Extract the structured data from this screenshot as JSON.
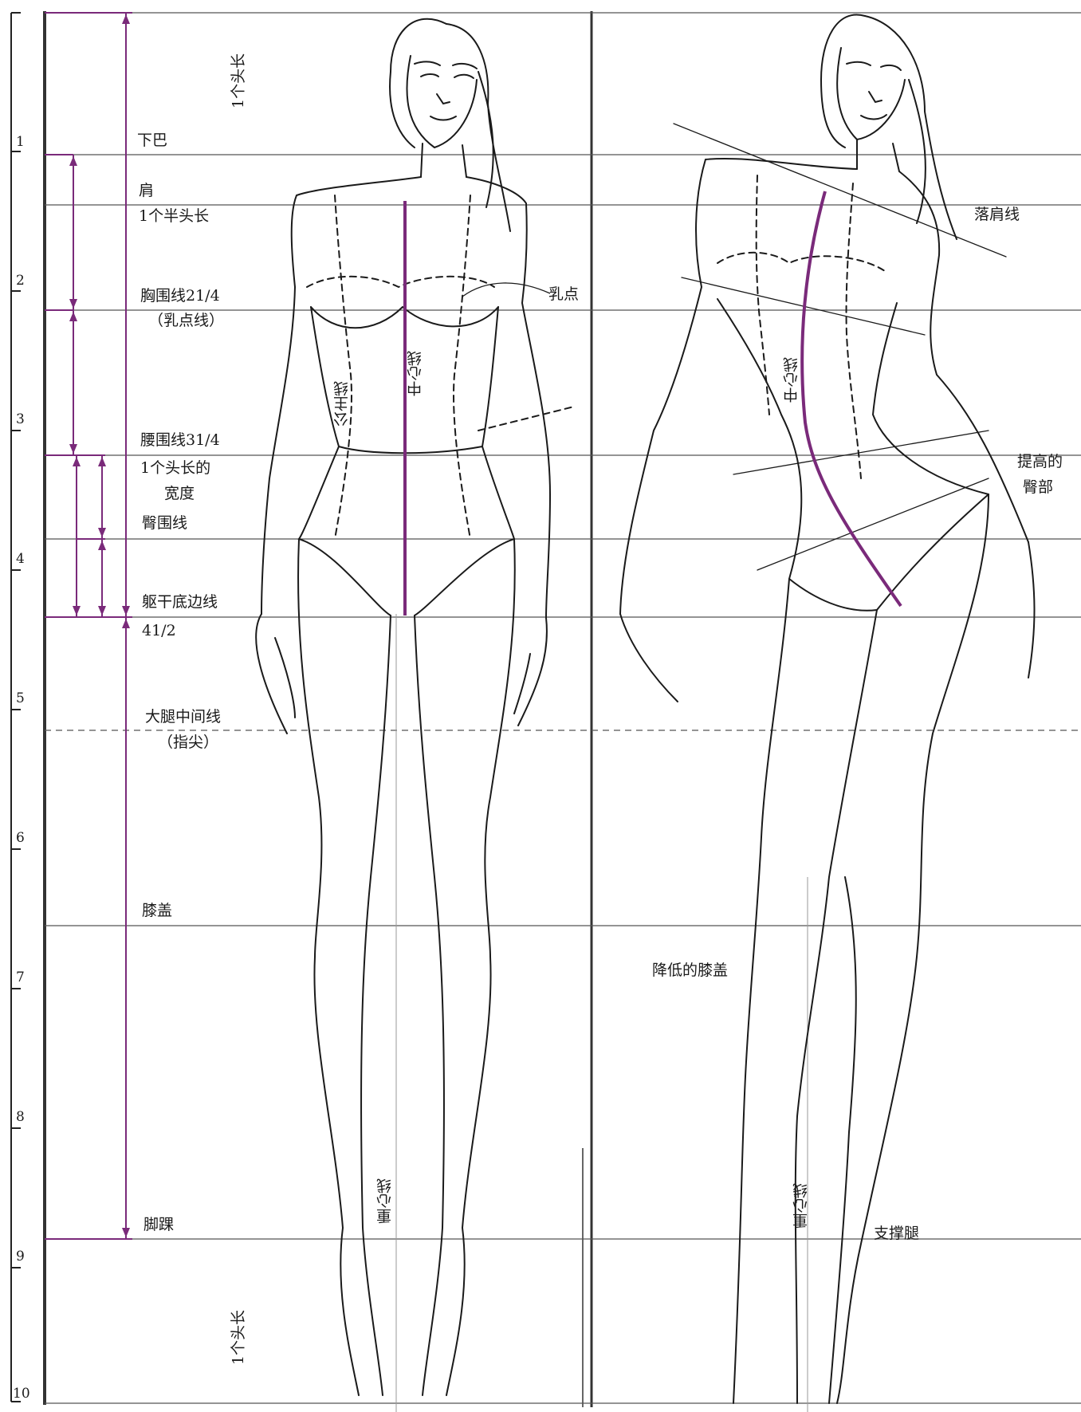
{
  "colors": {
    "accent": "#7a2a7a",
    "guide": "#555555",
    "sketch": "#1a1a1a"
  },
  "scale": {
    "numbers": [
      "1",
      "2",
      "3",
      "4",
      "5",
      "6",
      "7",
      "8",
      "9",
      "10"
    ]
  },
  "labels": {
    "head_top": "1个头长",
    "head_bottom": "1个头长",
    "chin": "下巴",
    "shoulder": "肩",
    "one_half_head": "1个半头长",
    "bust": "胸围线21/4",
    "nipple_line": "（乳点线）",
    "nipple": "乳点",
    "waist": "腰围线31/4",
    "head_width_1": "1个头长的",
    "head_width_2": "宽度",
    "hip": "臀围线",
    "torso_base": "躯干底边线",
    "torso_value": "41/2",
    "thigh_mid": "大腿中间线",
    "fingertip": "（指尖）",
    "knee": "膝盖",
    "ankle": "脚踝",
    "princess_line": "公主线",
    "center_line_left": "中心线",
    "center_line_right": "中心线",
    "gravity_left": "重心线",
    "gravity_right": "重心线",
    "dropped_shoulder": "落肩线",
    "raised_hip_1": "提高的",
    "raised_hip_2": "臀部",
    "lowered_knee": "降低的膝盖",
    "support_leg": "支撑腿"
  }
}
